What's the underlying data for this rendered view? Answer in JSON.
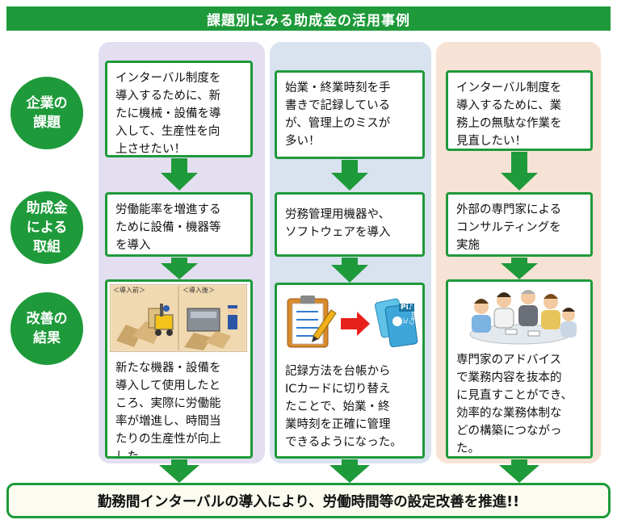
{
  "title": "課題別にみる助成金の活用事例",
  "rows": {
    "issue": "企業の\n課題",
    "action": "助成金\nによる\n取組",
    "result": "改善の\n結果"
  },
  "columns": [
    {
      "issue": "インターバル制度を\n導入するために、新\nたに機械・設備を導\n入して、生産性を向\n上させたい！",
      "action": "労働能率を増進する\nために設備・機器等\nを導入",
      "result": "新たな機器・設備を\n導入して使用したと\nころ、実際に労働能\n率が増進し、時間当\nたりの生産性が向上\nした。",
      "image_labels": [
        "＜導入前＞",
        "＜導入後＞"
      ]
    },
    {
      "issue": "始業・終業時刻を手\n書きで記録している\nが、管理上のミスが\n多い！",
      "action": "労務管理用機器や、\nソフトウェアを導入",
      "result": "記録方法を台帳から\nICカードに切り替え\nたことで、始業・終\n業時刻を正確に管理\nできるようになった。",
      "card_label": "IC Card",
      "card_brand": "Pi♪"
    },
    {
      "issue": "インターバル制度を\n導入するために、業\n務上の無駄な作業を\n見直したい！",
      "action": "外部の専門家による\nコンサルティングを\n実施",
      "result": "専門家のアドバイス\nで業務内容を抜本的\nに見直すことができ、\n効率的な業務体制な\nどの構築につながっ\nた。"
    }
  ],
  "conclusion": "勤務間インターバルの導入により、労働時間等の設定改善を推進!!",
  "colors": {
    "green": "#1e9a3a",
    "col1_bg": "#e3def0",
    "col2_bg": "#d9e2ef",
    "col3_bg": "#f7e3d5",
    "red_arrow": "#e8201c"
  }
}
